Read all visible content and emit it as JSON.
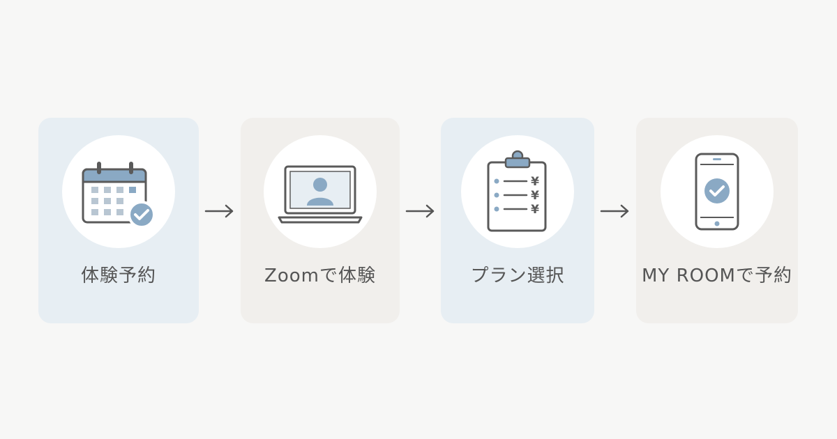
{
  "steps": [
    {
      "label": "体験予約",
      "icon": "calendar-check-icon",
      "tone": "blue"
    },
    {
      "label": "Zoomで体験",
      "icon": "laptop-video-icon",
      "tone": "beige"
    },
    {
      "label": "プラン選択",
      "icon": "clipboard-price-list-icon",
      "tone": "blue"
    },
    {
      "label": "MY ROOMで予約",
      "icon": "smartphone-check-icon",
      "tone": "beige"
    }
  ],
  "clipboard_price_symbol": "¥",
  "colors": {
    "card_blue": "#e7eef3",
    "card_beige": "#f1efec",
    "icon_stroke": "#5a5a5a",
    "icon_accent": "#8aa9c4",
    "label_text": "#555555",
    "arrow": "#555555"
  }
}
